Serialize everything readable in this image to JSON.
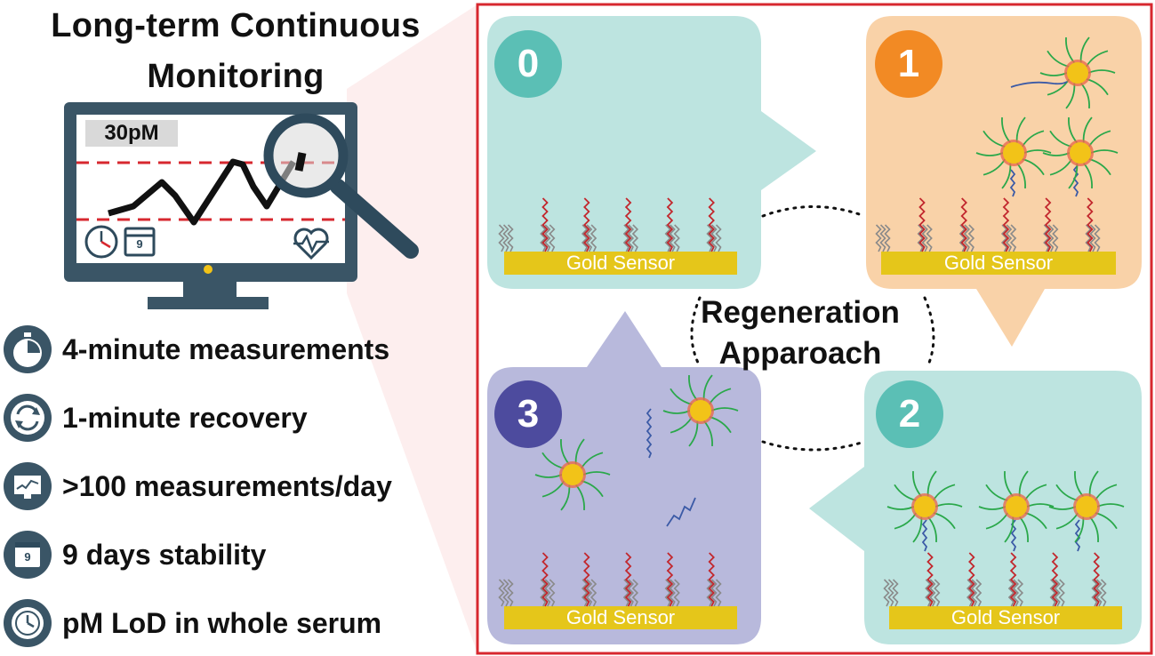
{
  "title": {
    "line1": "Long-term Continuous",
    "line2": "Monitoring"
  },
  "monitor": {
    "value": "30pM",
    "calendar_day": "9"
  },
  "features": [
    {
      "icon": "stopwatch-icon",
      "label": "4-minute measurements"
    },
    {
      "icon": "refresh-icon",
      "label": "1-minute recovery"
    },
    {
      "icon": "monitor-chart-icon",
      "label": ">100 measurements/day"
    },
    {
      "icon": "calendar-icon",
      "label": "9 days stability",
      "day": "9"
    },
    {
      "icon": "clock-icon",
      "label": "pM LoD in whole serum"
    }
  ],
  "panels": [
    {
      "number": "0",
      "color": "#5bbfb5",
      "bg": "#bde4e0",
      "sensor_label": "Gold Sensor"
    },
    {
      "number": "1",
      "color": "#f28a24",
      "bg": "#f9d2a8",
      "sensor_label": "Gold Sensor"
    },
    {
      "number": "2",
      "color": "#5bbfb5",
      "bg": "#bde4e0",
      "sensor_label": "Gold Sensor"
    },
    {
      "number": "3",
      "color": "#4d4b9e",
      "bg": "#b8b9dc",
      "sensor_label": "Gold Sensor"
    }
  ],
  "center_label": {
    "line1": "Regeneration",
    "line2": "Apparoach"
  },
  "colors": {
    "frame": "#d7282f",
    "gold": "#e5c61a",
    "monitor": "#3a5566",
    "particle": "#f2c318"
  }
}
